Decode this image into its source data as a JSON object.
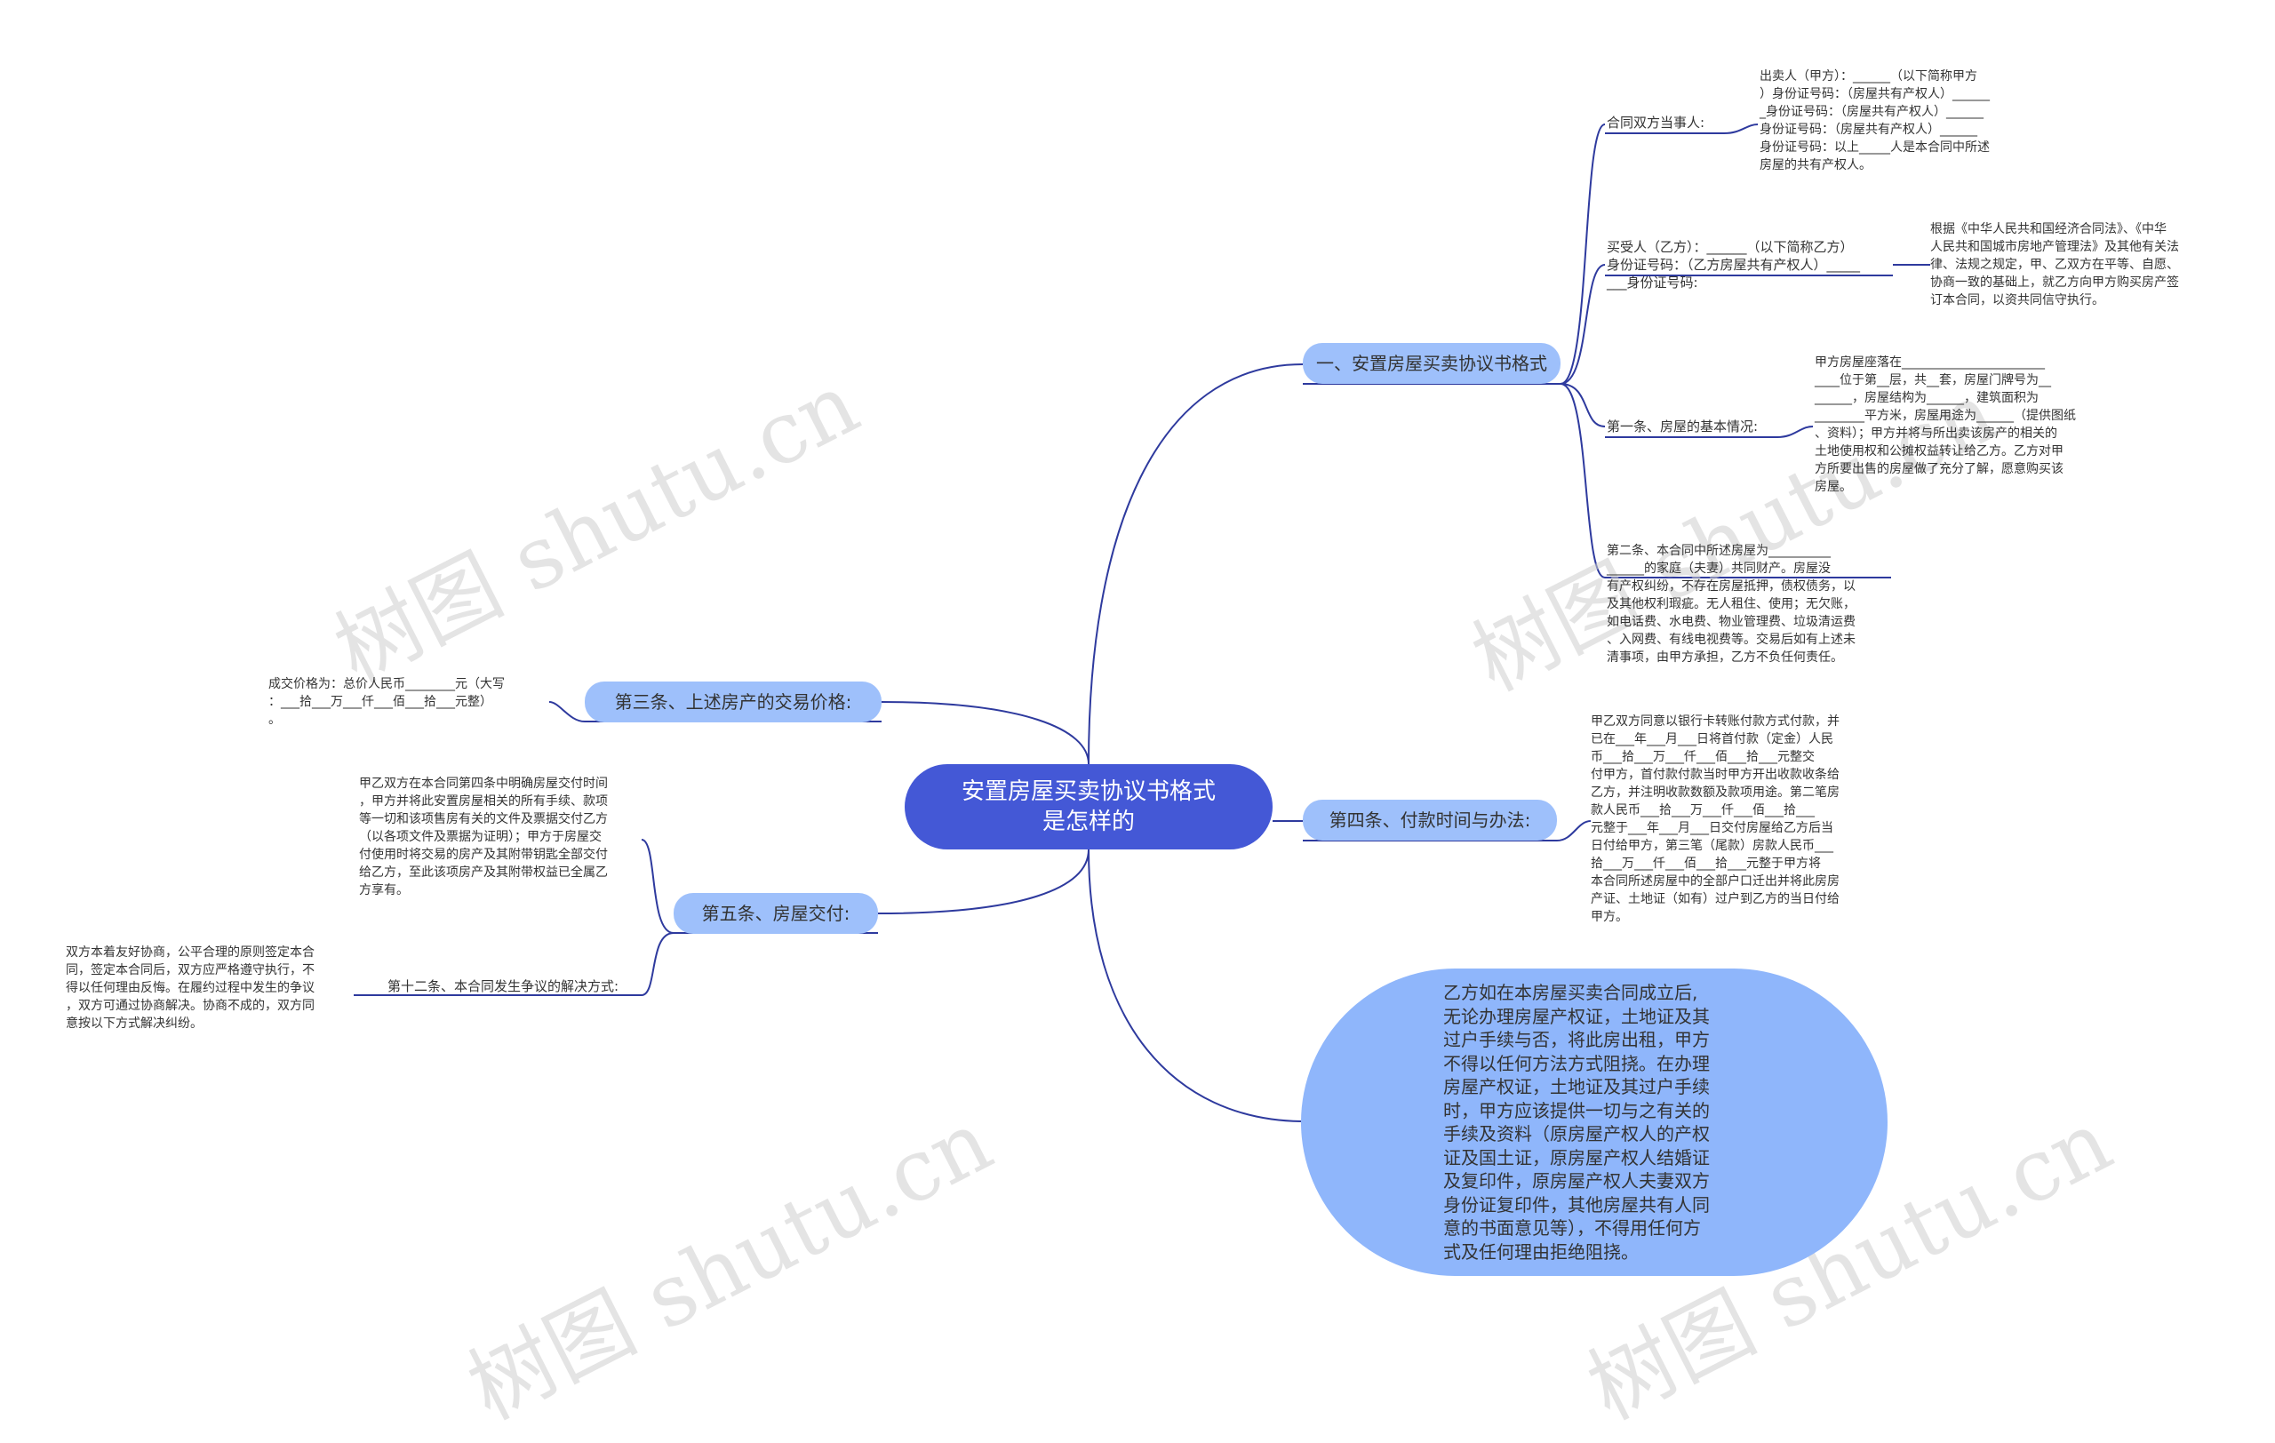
{
  "watermark": "树图 shutu.cn",
  "root": {
    "line1": "安置房屋买卖协议书格式",
    "line2": "是怎样的"
  },
  "branches": {
    "b1": "一、安置房屋买卖协议书格式",
    "b3": "第三条、上述房产的交易价格:",
    "b4": "第四条、付款时间与办法:",
    "b5": "第五条、房屋交付:"
  },
  "labels": {
    "parties": "合同双方当事人:",
    "buyer": "买受人（乙方）：______（以下简称乙方）\n身份证号码：（乙方房屋共有产权人）_____\n___身份证号码:",
    "art1": "第一条、房屋的基本情况:",
    "art12": "第十二条、本合同发生争议的解决方式:"
  },
  "texts": {
    "seller": "出卖人（甲方）：______（以下简称甲方\n）身份证号码：（房屋共有产权人）______\n_身份证号码：（房屋共有产权人）______\n身份证号码：（房屋共有产权人）______\n身份证号码：以上_____人是本合同中所述\n房屋的共有产权人。",
    "basis": "根据《中华人民共和国经济合同法》、《中华\n人民共和国城市房地产管理法》及其他有关法\n律、法规之规定，甲、乙双方在平等、自愿、\n协商一致的基础上，就乙方向甲方购买房产签\n订本合同，以资共同信守执行。",
    "house": "甲方房屋座落在_______________________\n____位于第__层，共__套，房屋门牌号为__\n______，房屋结构为______，建筑面积为\n________平方米，房屋用途为______（提供图纸\n、资料）；甲方并将与所出卖该房产的相关的\n土地使用权和公摊权益转让给乙方。乙方对甲\n方所要出售的房屋做了充分了解，愿意购买该\n房屋。",
    "art2": "第二条、本合同中所述房屋为__________\n______的家庭（夫妻）共同财产。房屋没\n有产权纠纷，不存在房屋抵押，债权债务，以\n及其他权利瑕疵。无人租住、使用；无欠账，\n如电话费、水电费、物业管理费、垃圾清运费\n、入网费、有线电视费等。交易后如有上述未\n清事项，由甲方承担，乙方不负任何责任。",
    "price": "成交价格为：总价人民币________元（大写\n：___拾___万___仟___佰___拾___元整）\n。",
    "payment": "甲乙双方同意以银行卡转账付款方式付款，并\n已在___年___月___日将首付款（定金）人民\n币___拾___万___仟___佰___拾___元整交\n付甲方，首付款付款当时甲方开出收款收条给\n乙方，并注明收款数额及款项用途。第二笔房\n款人民币___拾___万___仟___佰___拾___\n元整于___年___月___日交付房屋给乙方后当\n日付给甲方，第三笔（尾款）房款人民币___\n拾___万___仟___佰___拾___元整于甲方将\n本合同所述房屋中的全部户口迁出并将此房房\n产证、土地证（如有）过户到乙方的当日付给\n甲方。",
    "delivery": "甲乙双方在本合同第四条中明确房屋交付时间\n，甲方并将此安置房屋相关的所有手续、款项\n等一切和该项售房有关的文件及票据交付乙方\n（以各项文件及票据为证明）；甲方于房屋交\n付使用时将交易的房产及其附带钥匙全部交付\n给乙方，至此该项房产及其附带权益已全属乙\n方享有。",
    "dispute": "双方本着友好协商，公平合理的原则签定本合\n同，签定本合同后，双方应严格遵守执行，不\n得以任何理由反悔。在履约过程中发生的争议\n，双方可通过协商解决。协商不成的，双方同\n意按以下方式解决纠纷。"
  },
  "big_note": "乙方如在本房屋买卖合同成立后,\n无论办理房屋产权证，土地证及其\n过户手续与否，将此房出租，甲方\n不得以任何方法方式阻挠。在办理\n房屋产权证，土地证及其过户手续\n时，甲方应该提供一切与之有关的\n手续及资料（原房屋产权人的产权\n证及国土证，原房屋产权人结婚证\n及复印件，原房屋产权人夫妻双方\n身份证复印件，其他房屋共有人同\n意的书面意见等），不得用任何方\n式及任何理由拒绝阻挠。",
  "colors": {
    "root": "#4458d6",
    "branch": "#9ec0fb",
    "note": "#8fb6fb",
    "line": "#2e3a9e"
  }
}
